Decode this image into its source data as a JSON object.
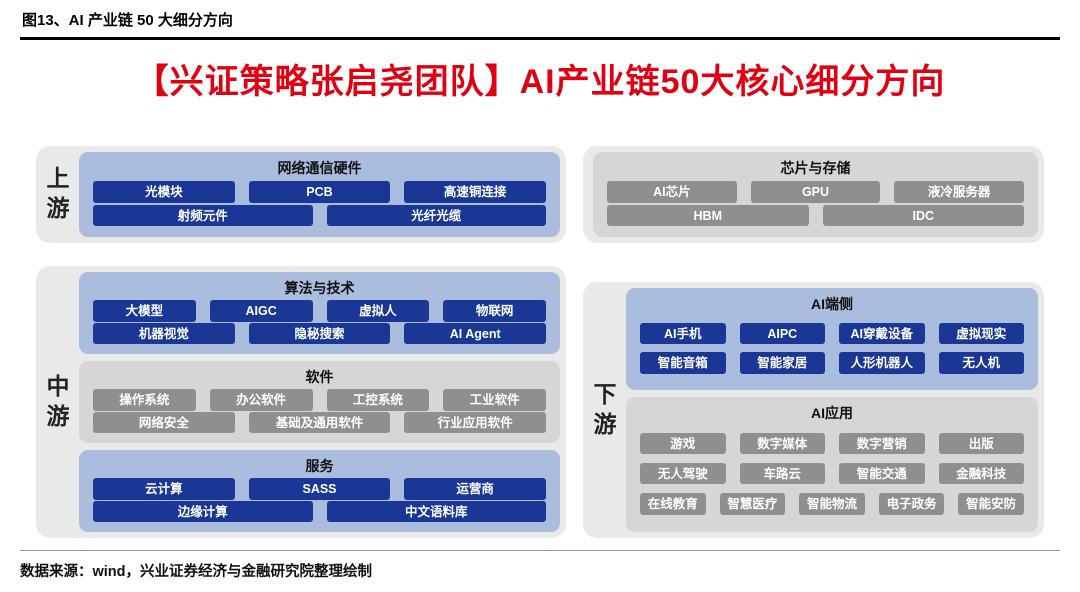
{
  "figure": {
    "caption": "图13、AI 产业链 50 大细分方向",
    "source": "数据来源：wind，兴业证券经济与金融研究院整理绘制"
  },
  "title": "【兴证策略张启尧团队】AI产业链50大核心细分方向",
  "colors": {
    "title_red": "#e10012",
    "chip_blue": "#1a3795",
    "panel_blue": "#aabdde",
    "chip_gray": "#8f8f8f",
    "panel_gray": "#d6d6d6",
    "container_gray": "#e9e9e9"
  },
  "groups": [
    {
      "name": "upstream",
      "label": "上游",
      "panels": [
        {
          "id": "network-hardware",
          "title": "网络通信硬件",
          "theme": "blue",
          "rows": [
            [
              "光模块",
              "PCB",
              "高速铜连接"
            ],
            [
              "射频元件",
              "光纤光缆"
            ]
          ]
        }
      ]
    },
    {
      "name": "chips-storage",
      "label": "",
      "panels": [
        {
          "id": "chips-storage",
          "title": "芯片与存储",
          "theme": "gray",
          "rows": [
            [
              "AI芯片",
              "GPU",
              "液冷服务器"
            ],
            [
              "HBM",
              "IDC"
            ]
          ]
        }
      ]
    },
    {
      "name": "midstream",
      "label": "中游",
      "panels": [
        {
          "id": "algorithms-tech",
          "title": "算法与技术",
          "theme": "blue",
          "rows": [
            [
              "大模型",
              "AIGC",
              "虚拟人",
              "物联网"
            ],
            [
              "机器视觉",
              "隐秘搜索",
              "AI Agent"
            ]
          ]
        },
        {
          "id": "software",
          "title": "软件",
          "theme": "gray",
          "rows": [
            [
              "操作系统",
              "办公软件",
              "工控系统",
              "工业软件"
            ],
            [
              "网络安全",
              "基础及通用软件",
              "行业应用软件"
            ]
          ]
        },
        {
          "id": "services",
          "title": "服务",
          "theme": "blue",
          "rows": [
            [
              "云计算",
              "SASS",
              "运营商"
            ],
            [
              "边缘计算",
              "中文语料库"
            ]
          ]
        }
      ]
    },
    {
      "name": "downstream",
      "label": "下游",
      "panels": [
        {
          "id": "ai-edge",
          "title": "AI端侧",
          "theme": "blue",
          "rows": [
            [
              "AI手机",
              "AIPC",
              "AI穿戴设备",
              "虚拟现实"
            ],
            [
              "智能音箱",
              "智能家居",
              "人形机器人",
              "无人机"
            ]
          ]
        },
        {
          "id": "ai-apps",
          "title": "AI应用",
          "theme": "gray",
          "rows": [
            [
              "游戏",
              "数字媒体",
              "数字营销",
              "出版"
            ],
            [
              "无人驾驶",
              "车路云",
              "智能交通",
              "金融科技"
            ],
            [
              "在线教育",
              "智慧医疗",
              "智能物流",
              "电子政务",
              "智能安防"
            ]
          ]
        }
      ]
    }
  ]
}
